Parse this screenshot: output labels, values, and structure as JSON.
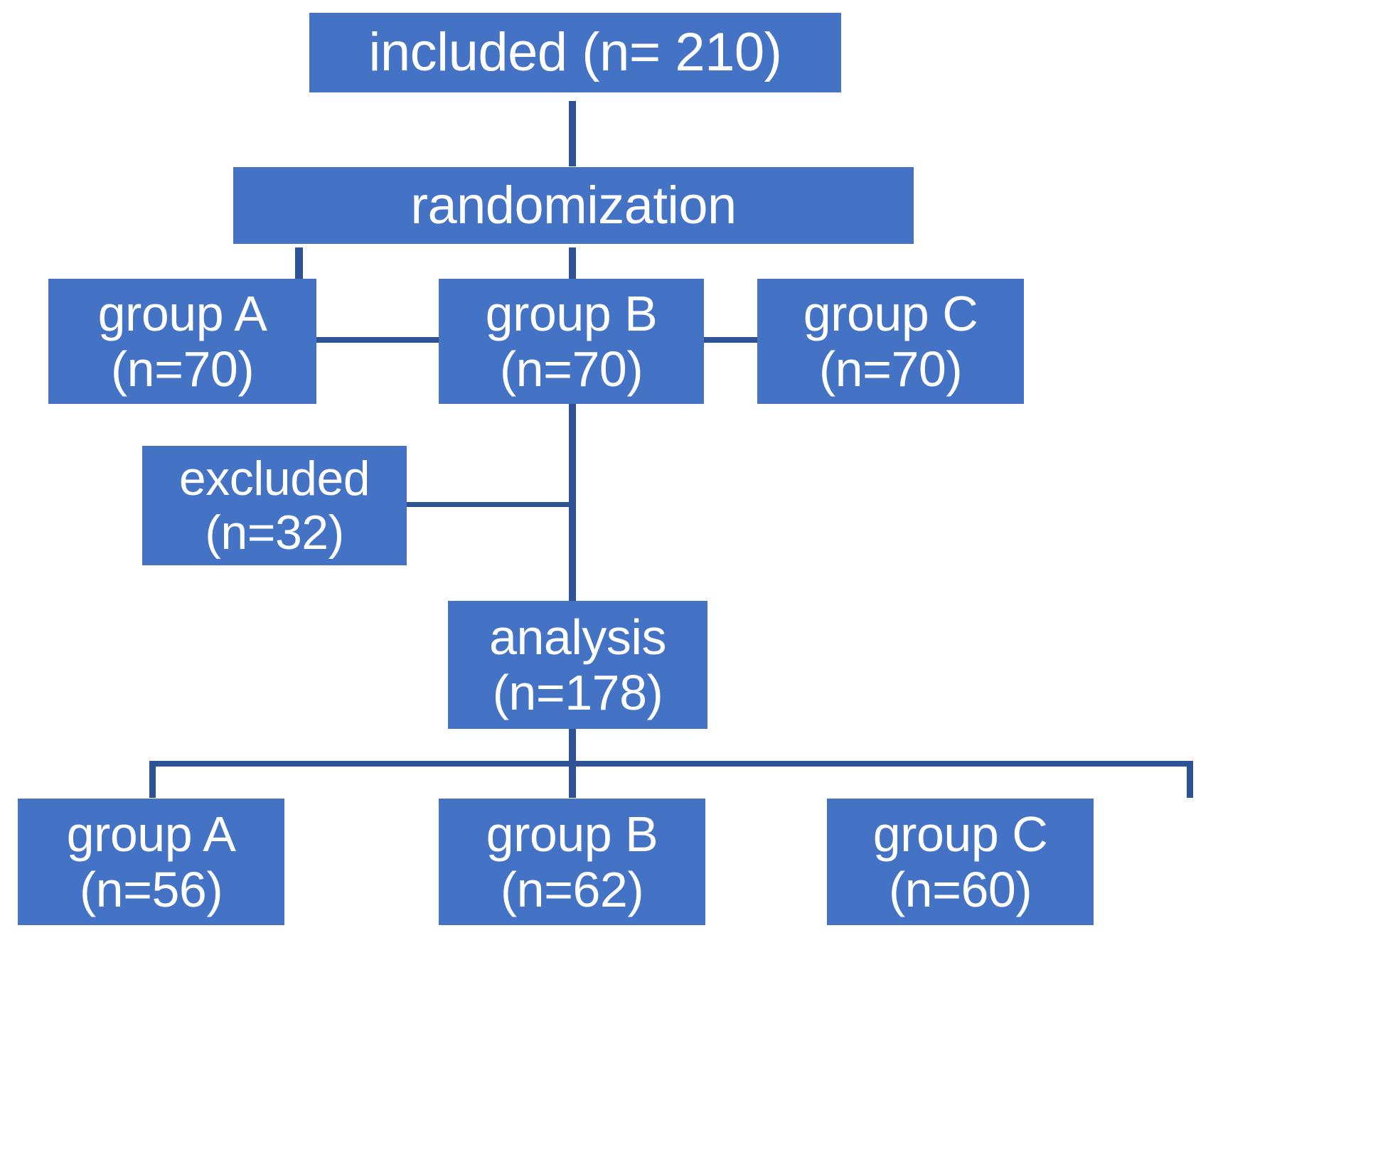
{
  "diagram": {
    "title": "CONSORT participant flow diagram",
    "accent_color": "#4472C4",
    "connector_color": "#2E5395",
    "text_color": "#FFFFFF",
    "background_color": "#FFFFFF"
  },
  "nodes": {
    "included": {
      "line1": "included (n= 210)"
    },
    "randomization": {
      "line1": "randomization"
    },
    "group_a_allocated": {
      "line1": "group A",
      "line2": "(n=70)"
    },
    "group_b_allocated": {
      "line1": "group B",
      "line2": "(n=70)"
    },
    "group_c_allocated": {
      "line1": "group C",
      "line2": "(n=70)"
    },
    "excluded": {
      "line1": "excluded",
      "line2": "(n=32)"
    },
    "analysis": {
      "line1": "analysis",
      "line2": "(n=178)"
    },
    "group_a_analyzed": {
      "line1": "group A",
      "line2": "(n=56)"
    },
    "group_b_analyzed": {
      "line1": "group B",
      "line2": "(n=62)"
    },
    "group_c_analyzed": {
      "line1": "group C",
      "line2": "(n=60)"
    }
  },
  "flow_data": {
    "type": "flowchart",
    "total_included": 210,
    "randomized_groups": [
      {
        "name": "group A",
        "n": 70
      },
      {
        "name": "group B",
        "n": 70
      },
      {
        "name": "group C",
        "n": 70
      }
    ],
    "excluded": 32,
    "analyzed_total": 178,
    "analyzed_groups": [
      {
        "name": "group A",
        "n": 56
      },
      {
        "name": "group B",
        "n": 62
      },
      {
        "name": "group C",
        "n": 60
      }
    ],
    "edges": [
      {
        "from": "included",
        "to": "randomization"
      },
      {
        "from": "randomization",
        "to": "group A (n=70)"
      },
      {
        "from": "randomization",
        "to": "group B (n=70)"
      },
      {
        "from": "group A (n=70)",
        "to": "group B (n=70)"
      },
      {
        "from": "group B (n=70)",
        "to": "group C (n=70)"
      },
      {
        "from": "group B (n=70)",
        "to": "analysis"
      },
      {
        "from": "excluded",
        "to": "analysis"
      },
      {
        "from": "analysis",
        "to": "group A (n=56)"
      },
      {
        "from": "analysis",
        "to": "group B (n=62)"
      },
      {
        "from": "analysis",
        "to": "group C (n=60)"
      }
    ]
  }
}
